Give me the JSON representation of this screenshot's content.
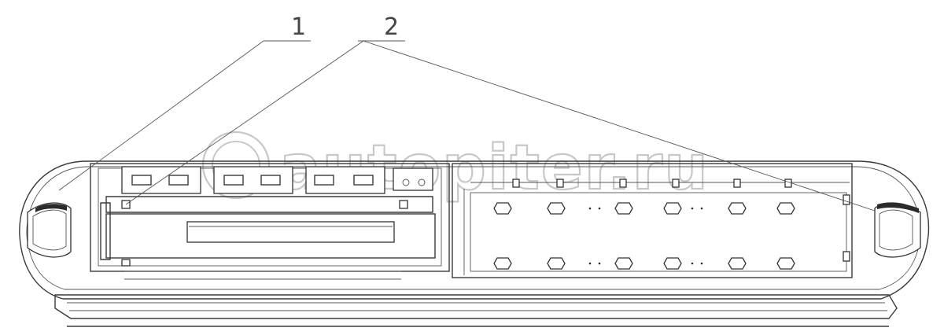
{
  "callouts": [
    {
      "number": "1"
    },
    {
      "number": "2"
    }
  ],
  "watermark": {
    "text": "autopiter.ru"
  },
  "colors": {
    "line": "#3a3a3a",
    "background": "#ffffff",
    "watermark": "#c8c8c8"
  }
}
